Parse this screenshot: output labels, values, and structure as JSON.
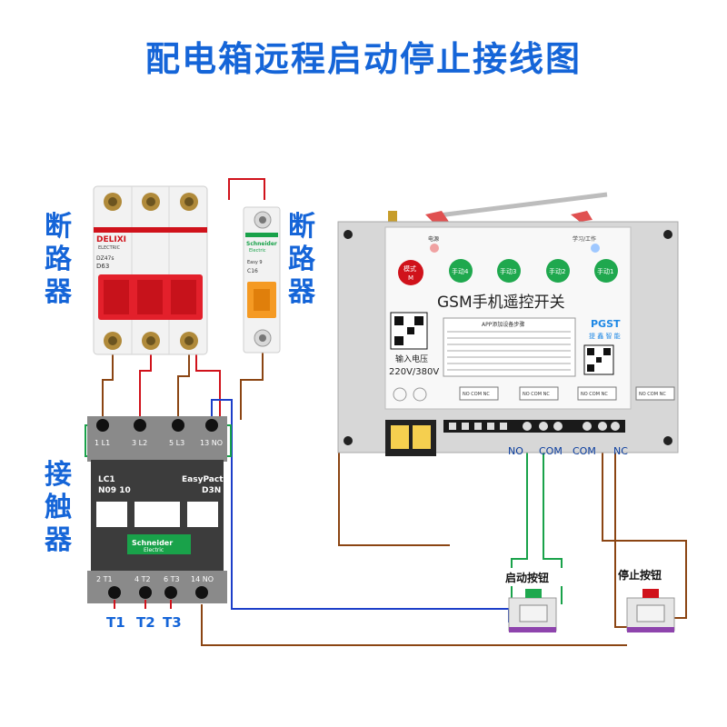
{
  "title": "配电箱远程启动停止接线图",
  "labels": {
    "breaker_left": "断\n路\n器",
    "breaker_right": "断\n路\n器",
    "contactor": "接\n触\n器",
    "t1": "T1",
    "t2": "T2",
    "t3": "T3",
    "start_button": "启动按钮",
    "stop_button": "停止按钮",
    "relay_no": "NO",
    "relay_com1": "COM",
    "relay_com2": "COM",
    "relay_nc": "NC"
  },
  "breaker_3p": {
    "brand": "DELIXI",
    "sub": "ELECTRIC",
    "model": "DZ47s",
    "rating": "D63"
  },
  "breaker_1p": {
    "brand": "Schneider",
    "sub": "Electric",
    "series": "Easy 9",
    "rating": "C16"
  },
  "contactor": {
    "top_terminals": [
      "1 L1",
      "3 L2",
      "5 L3",
      "13 NO"
    ],
    "bottom_terminals": [
      "2 T1",
      "4 T2",
      "6 T3",
      "14 NO"
    ],
    "left_label": "LC1\nN09 10",
    "right_label": "EasyPact\nD3N",
    "brand": "Schneider",
    "sub": "Electric"
  },
  "gsm": {
    "title": "GSM手机遥控开关",
    "led_power": "电源",
    "led_learn": "学习/工作",
    "mode_btn": "模式\nM",
    "manual_btns": [
      "手动4",
      "手动3",
      "手动2",
      "手动1"
    ],
    "brand": "PGST",
    "brand_sub": "提 鑫 智 能",
    "voltage_label": "输入电压",
    "voltage": "220V/380V",
    "instructions_title": "APP添加设备步骤",
    "terminal_labels": [
      "NO",
      "COM",
      "NC"
    ]
  }
}
